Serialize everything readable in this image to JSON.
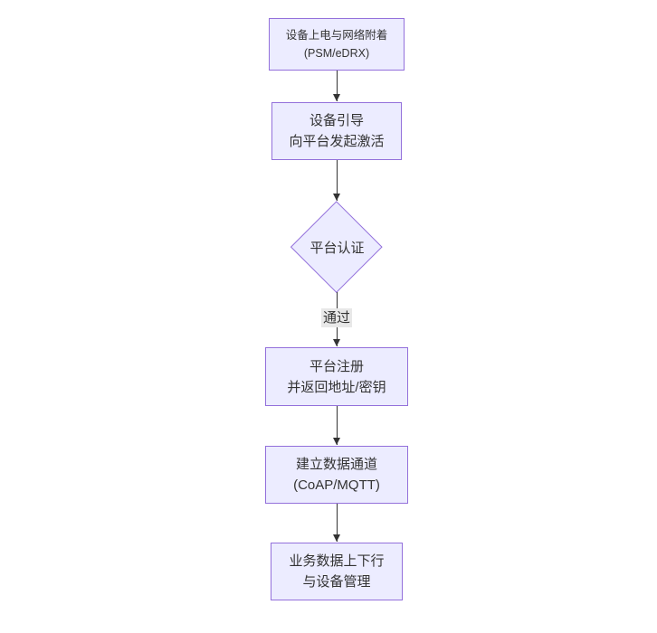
{
  "colors": {
    "node_fill": "#ECECFF",
    "node_border": "#9370DB",
    "edge_line": "#333333",
    "edge_label_bg": "#e8e8e8",
    "text": "#333333"
  },
  "flowchart": {
    "nodes": [
      {
        "id": "power-attach",
        "shape": "rect",
        "lines": [
          "设备上电与网络附着",
          "(PSM/eDRX)"
        ]
      },
      {
        "id": "bootstrap",
        "shape": "rect",
        "lines": [
          "设备引导",
          "向平台发起激活"
        ]
      },
      {
        "id": "platform-auth",
        "shape": "diamond",
        "lines": [
          "平台认证"
        ]
      },
      {
        "id": "platform-register",
        "shape": "rect",
        "lines": [
          "平台注册",
          "并返回地址/密钥"
        ]
      },
      {
        "id": "data-channel",
        "shape": "rect",
        "lines": [
          "建立数据通道",
          "(CoAP/MQTT)"
        ]
      },
      {
        "id": "business-data",
        "shape": "rect",
        "lines": [
          "业务数据上下行",
          "与设备管理"
        ]
      }
    ],
    "edge_labels": [
      {
        "id": "pass",
        "label": "通过"
      }
    ]
  }
}
